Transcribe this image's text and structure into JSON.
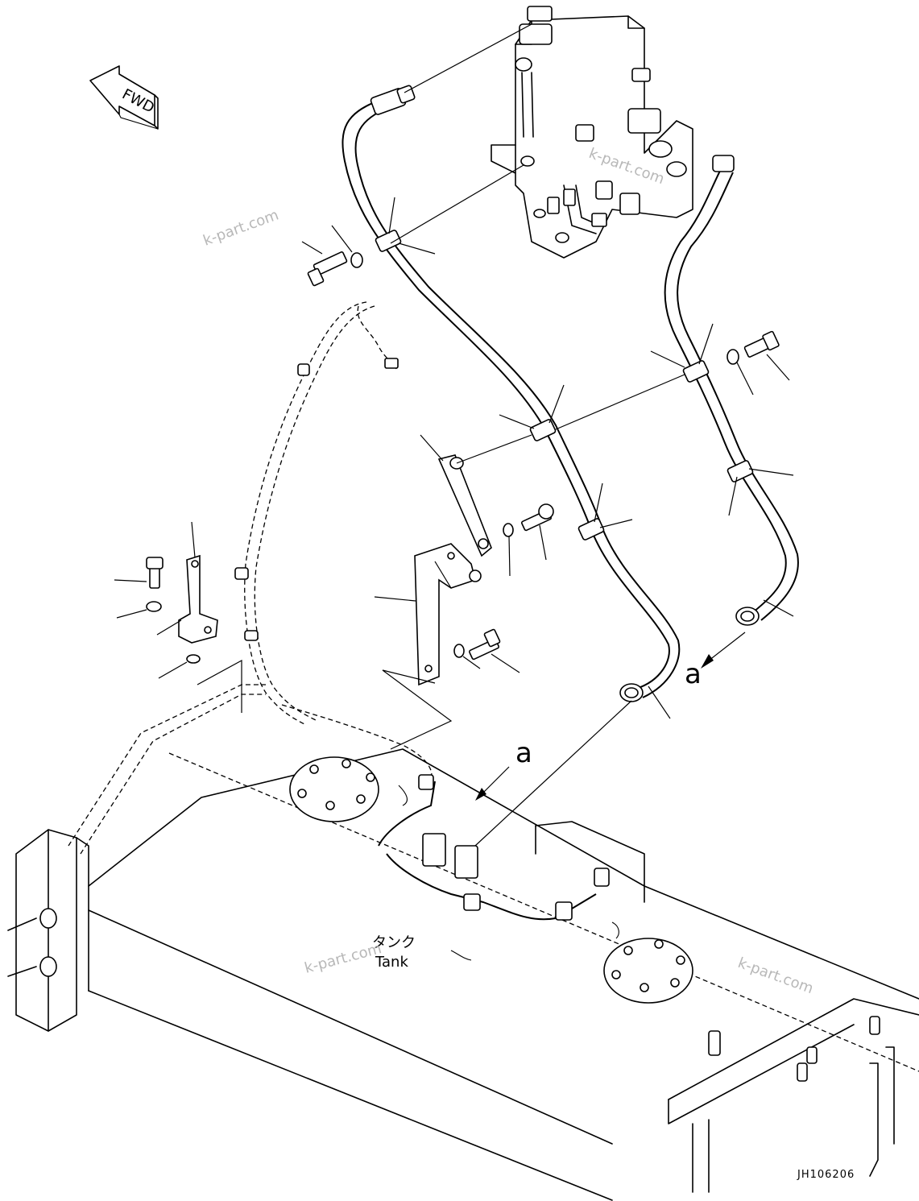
{
  "direction_label": "FWD",
  "view_labels": [
    "a",
    "a"
  ],
  "tank_label_jp": "タンク",
  "tank_label_en": "Tank",
  "drawing_code": "JH106206",
  "watermarks": [
    "k-part.com",
    "k-part.com",
    "k-part.com",
    "k-part.com"
  ]
}
